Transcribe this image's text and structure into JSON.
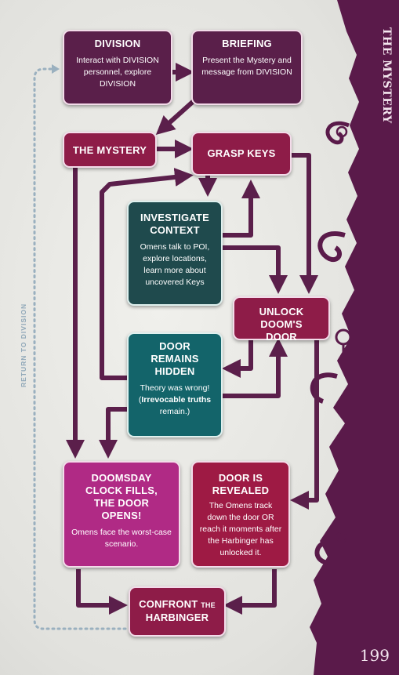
{
  "chapter_title": "THE MYSTERY",
  "page_number": "199",
  "side_label": "RETURN TO DIVISION",
  "nodes": {
    "division": {
      "title": "DIVISION",
      "desc": "Interact with DIVISION personnel, explore DIVISION"
    },
    "briefing": {
      "title": "BRIEFING",
      "desc": "Present the Mystery and message from DIVISION"
    },
    "mystery": {
      "title": "THE MYSTERY"
    },
    "grasp_keys": {
      "title": "GRASP KEYS"
    },
    "investigate": {
      "title": "INVESTIGATE CONTEXT",
      "desc": "Omens talk to POI, explore locations, learn more about uncovered Keys"
    },
    "unlock": {
      "title": "UNLOCK DOOM'S DOOR"
    },
    "door_hidden": {
      "title": "DOOR REMAINS HIDDEN",
      "desc_a": "Theory was wrong! (",
      "desc_bold": "Irrevocable truths",
      "desc_b": " remain.)"
    },
    "doomsday": {
      "title": "DOOMSDAY CLOCK FILLS, THE DOOR OPENS!",
      "desc": "Omens face the worst-case scenario."
    },
    "door_revealed": {
      "title": "DOOR IS REVEALED",
      "desc": "The Omens track down the door OR reach it moments after the Harbinger has unlocked it."
    },
    "confront": {
      "title_a": "CONFRONT ",
      "title_small": "THE",
      "title_b": "HARBINGER"
    }
  },
  "colors": {
    "arrow": "#5b1f4b",
    "border_purple": "#3d1031",
    "return_dotted": "#9ab0bf"
  }
}
